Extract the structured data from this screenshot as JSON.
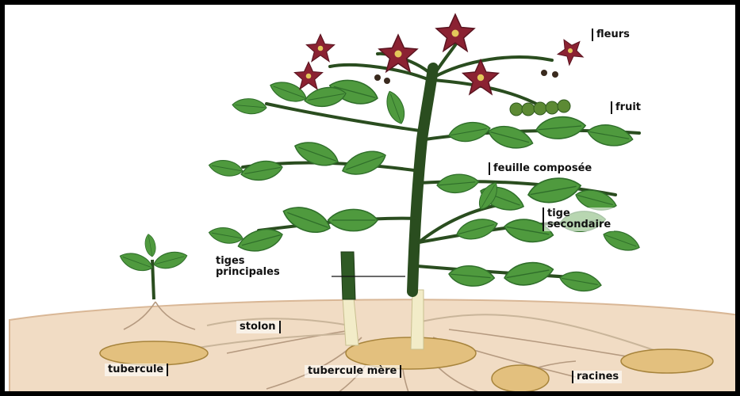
{
  "labels": {
    "fleurs": "fleurs",
    "fruit": "fruit",
    "feuille_composee": "feuille composée",
    "tige_secondaire_1": "tige",
    "tige_secondaire_2": "secondaire",
    "tiges_principales_1": "tiges",
    "tiges_principales_2": "principales",
    "stolon": "stolon",
    "tubercule": "tubercule",
    "tubercule_mere": "tubercule mère",
    "racines": "racines"
  },
  "colors": {
    "soil": "#f1dcc4",
    "soil_edge": "#d9b796",
    "leaf": "#4f9a3e",
    "leaf_dark": "#2f6e2a",
    "stem": "#2a4d1f",
    "flower": "#8b2232",
    "tuber": "#e3c07e",
    "root": "#b59a80"
  }
}
